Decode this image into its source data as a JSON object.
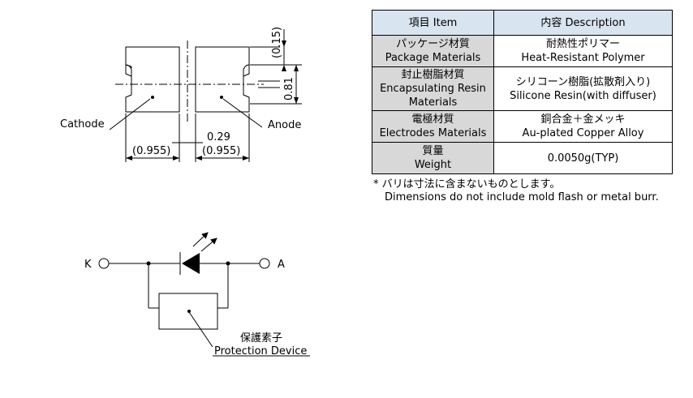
{
  "table": {
    "header_item": "項目 Item",
    "header_desc": "内容 Description",
    "rows": [
      {
        "name_jp": "パッケージ材質",
        "name_en": "Package Materials",
        "desc_jp": "耐熱性ポリマー",
        "desc_en": "Heat-Resistant Polymer"
      },
      {
        "name_jp": "封止樹脂材質",
        "name_en": "Encapsulating Resin",
        "name_en2": "Materials",
        "desc_jp": "シリコーン樹脂(拡散剤入り)",
        "desc_en": "Silicone Resin(with diffuser)"
      },
      {
        "name_jp": "電極材質",
        "name_en": "Electrodes Materials",
        "desc_jp": "銅合金＋金メッキ",
        "desc_en": "Au-plated Copper Alloy"
      },
      {
        "name_jp": "質量",
        "name_en": "Weight",
        "desc": "0.0050g(TYP)"
      }
    ]
  },
  "note": {
    "line1": "* バリは寸法に含まないものとします。",
    "line2": "Dimensions do not include mold flash or metal burr."
  },
  "package": {
    "cathode": "Cathode",
    "anode": "Anode",
    "dim_gap": "0.29",
    "dim_left": "(0.955)",
    "dim_right": "(0.955)",
    "dim_top": "(0.15)",
    "dim_height": "0.81"
  },
  "schematic": {
    "k_label": "K",
    "a_label": "A",
    "protection_jp": "保護素子",
    "protection_en": "Protection Device"
  }
}
